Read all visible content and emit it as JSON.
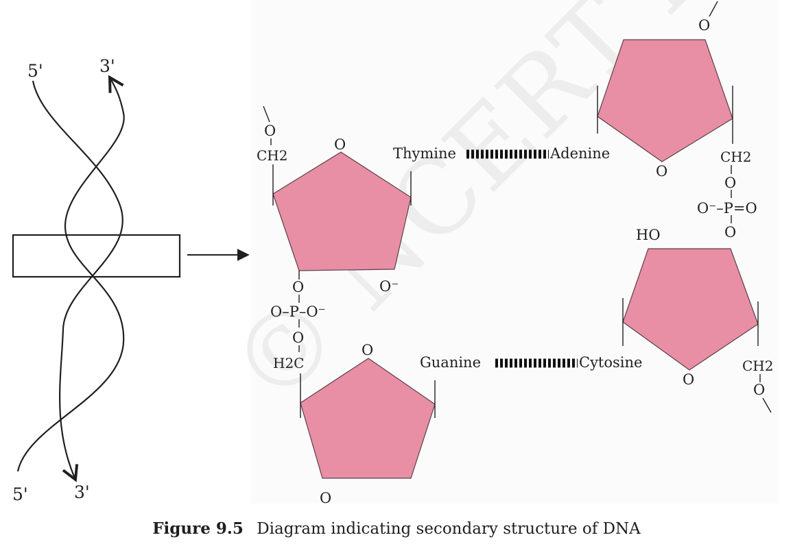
{
  "helix": {
    "top_left": "5'",
    "top_right": "3'",
    "bottom_left": "5'",
    "bottom_right": "3'"
  },
  "structure": {
    "left_strand": {
      "top_o": "O",
      "top_ch2": "CH2",
      "ring1_o": "O",
      "ring1_ominus": "O⁻",
      "ring1_bottom_o": "O",
      "phosphate": "O–P–O⁻",
      "phosphate_o": "O",
      "h2c": "H2C",
      "ring2_o": "O",
      "ring2_bottom_o": "O"
    },
    "right_strand": {
      "top_o": "O",
      "ring1_o": "O",
      "ch2": "CH2",
      "link_o": "O",
      "phosphate": "O⁻–P=O",
      "phosphate_o": "O",
      "ho": "HO",
      "ring2_o": "O",
      "ch2_bottom": "CH2",
      "bottom_o": "O"
    },
    "pair1": {
      "left": "Thymine",
      "right": "Adenine"
    },
    "pair2": {
      "left": "Guanine",
      "right": "Cytosine"
    }
  },
  "watermark": {
    "text": "© NCERT not to be republished"
  },
  "caption": {
    "label": "Figure 9.5",
    "text": "Diagram indicating secondary structure of DNA"
  },
  "colors": {
    "sugar_fill": "#e88fa5",
    "line": "#1f1f1f",
    "panel": "#fbfbfb",
    "watermark": "#ececec"
  }
}
